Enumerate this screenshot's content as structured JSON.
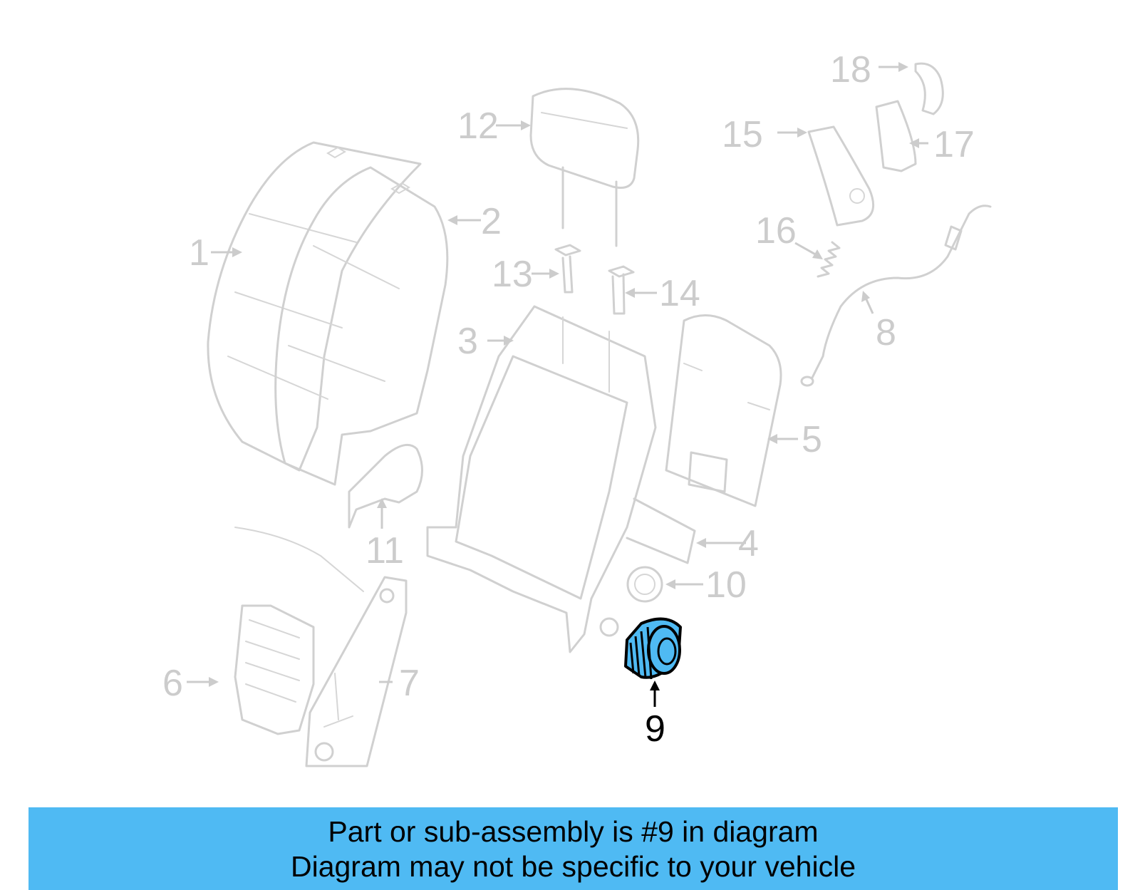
{
  "diagram": {
    "highlighted_part": "9",
    "highlight_color": "#4fbaf3",
    "callouts": [
      "1",
      "2",
      "3",
      "4",
      "5",
      "6",
      "7",
      "8",
      "9",
      "10",
      "11",
      "12",
      "13",
      "14",
      "15",
      "16",
      "17",
      "18"
    ]
  },
  "banner": {
    "line1": "Part or sub-assembly is #9 in diagram",
    "line2": "Diagram may not be specific to your vehicle",
    "background": "#4fbaf3"
  }
}
